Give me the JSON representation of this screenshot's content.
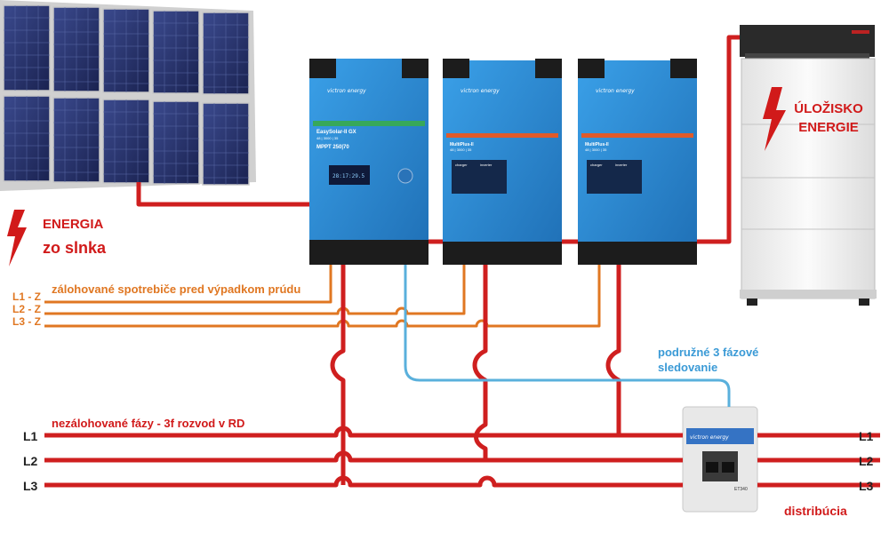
{
  "solar": {
    "label_line1": "ENERGIA",
    "label_line2": "zo slnka"
  },
  "storage": {
    "label_line1": "ÚLOŽISKO",
    "label_line2": "ENERGIE"
  },
  "inverters": [
    {
      "brand": "victron energy",
      "model": "EasySolar-II GX",
      "spec": "48 | 3000 | 35",
      "sub": "MPPT 250|70",
      "display": "28:17:29.5"
    },
    {
      "brand": "victron energy",
      "model": "MultiPlus-II",
      "spec": "48 | 3000 | 35"
    },
    {
      "brand": "victron energy",
      "model": "MultiPlus-II",
      "spec": "48 | 3000 | 35"
    }
  ],
  "panel_labels": {
    "charger": "charger",
    "inverter": "inverter"
  },
  "backup": {
    "title": "zálohované spotrebiče pred výpadkom prúdu",
    "phases": [
      "L1 - Z",
      "L2 - Z",
      "L3 - Z"
    ]
  },
  "grid": {
    "title": "nezálohované fázy - 3f rozvod v RD",
    "phases_left": [
      "L1",
      "L2",
      "L3"
    ],
    "phases_right": [
      "L1",
      "L2",
      "L3"
    ]
  },
  "meter": {
    "label_line1": "podružné 3 fázové",
    "label_line2": "sledovanie",
    "brand": "victron energy",
    "model": "ET340"
  },
  "distribution": {
    "label": "distribúcia"
  },
  "colors": {
    "red": "#cf1f1f",
    "orange": "#e07722",
    "blue": "#5ab0dc",
    "victron_blue": "#2e8fd6",
    "battery": "#f0f0f0"
  }
}
